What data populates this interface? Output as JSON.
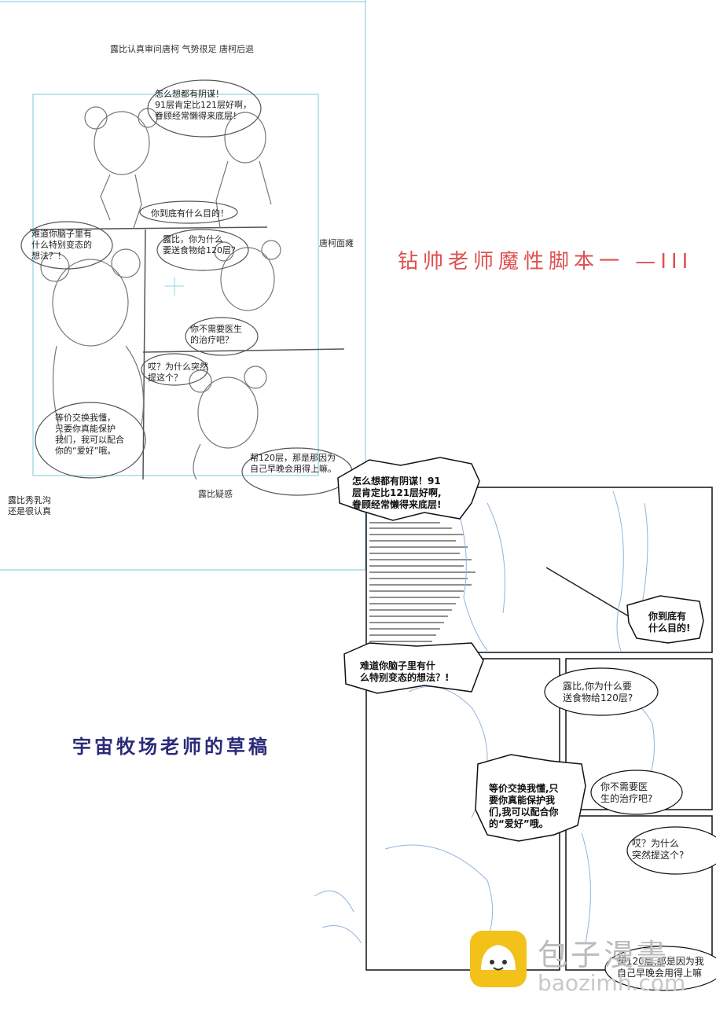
{
  "sketch": {
    "top_note": "露比认真审问唐柯 气势很足 唐柯后退",
    "bubble1": "怎么想都有阴谋！\n91层肯定比121层好啊，\n眷顾经常懒得来底层！",
    "bubble2": "你到底有什么目的！",
    "bubble3": "难道你脑子里有\n什么特别变态的\n想法？！",
    "bubble4": "露比，你为什么\n要送食物给120层？",
    "side_note": "唐柯面瘫",
    "bubble5": "你不需要医生\n的治疗吧？",
    "bubble6": "哎？为什么突然\n提这个？",
    "bubble7": "等价交换我懂，\n只要你真能保护\n我们，我可以配合\n你的“爱好”哦。",
    "bubble8": "帮120层，那是那因为\n自己早晚会用得上嘛。",
    "bottom_note_left": "露比秀乳沟\n还是很认真",
    "bottom_note_mid": "露比疑惑"
  },
  "titles": {
    "right": "钻帅老师魔性脚本一 —III",
    "left": "宇宙牧场老师的草稿"
  },
  "comic": {
    "b1": "怎么想都有阴谋！91\n层肯定比121层好啊,\n眷顾经常懒得来底层!",
    "b2": "你到底有\n什么目的!",
    "b3": "难道你脑子里有什\n么特别变态的想法？!",
    "b4": "露比,你为什么要\n送食物给120层?",
    "b5": "你不需要医\n生的治疗吧?",
    "b6": "等价交换我懂,只\n要你真能保护我\n们,我可以配合你\n的“爱好”哦。",
    "b7": "哎？为什么\n突然提这个?",
    "b8": "帮120层,那是因为我\n自己早晚会用得上嘛"
  },
  "watermark": {
    "brand": "包子漫畫",
    "domain": "baozimh.com"
  }
}
